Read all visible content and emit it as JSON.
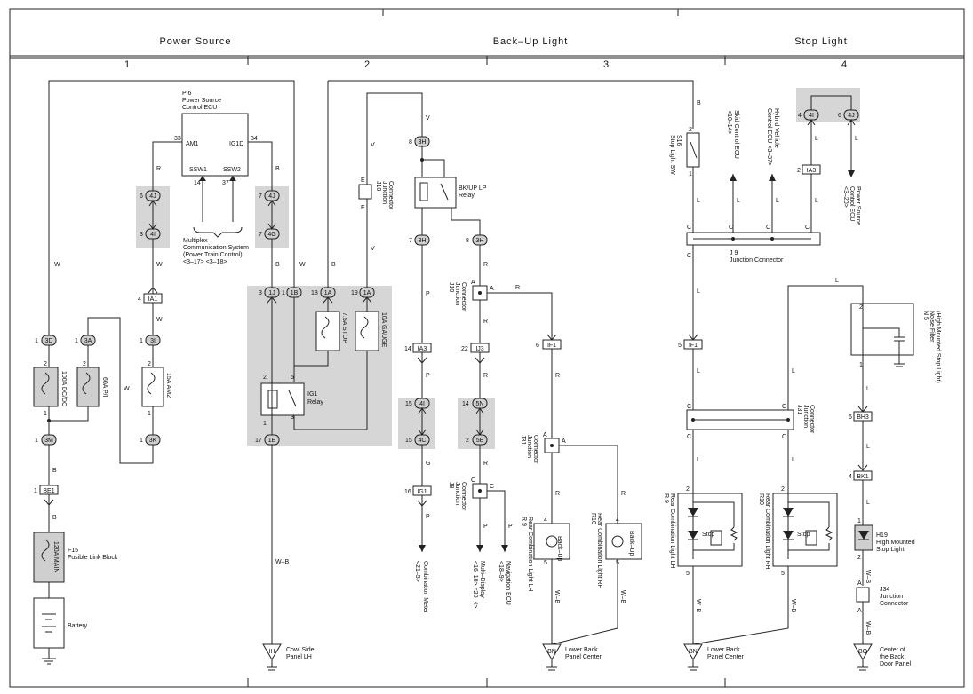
{
  "sections": {
    "power_source": "Power Source",
    "backup_light": "Back–Up Light",
    "stop_light": "Stop Light"
  },
  "columns": {
    "c1": "1",
    "c2": "2",
    "c3": "3",
    "c4": "4"
  },
  "components": {
    "p6_id": "P 6",
    "p6_name": "Power Source",
    "p6_name2": "Control ECU",
    "am1": "AM1",
    "ig1d": "IG1D",
    "ssw1": "SSW1",
    "ssw2": "SSW2",
    "multiplex1": "Multiplex",
    "multiplex2": "Communication System",
    "multiplex3": "(Power Train Control)",
    "multiplex4": "<3–17> <3–18>",
    "fuse_dcdc": "100A DC/DC",
    "fuse_pi": "60A P/I",
    "fuse_am2": "15A AM2",
    "fuse_stop": "7.5A STOP",
    "fuse_gauge": "10A GAUGE",
    "ig1_relay1": "IG1",
    "ig1_relay2": "Relay",
    "f15_id": "F15",
    "f15_name": "Fusible Link Block",
    "fuse_main": "120A MAIN",
    "battery": "Battery",
    "j10_a": "J10",
    "j10_b": "Junction",
    "j10_c": "Connector",
    "bkup_relay1": "BK/UP LP",
    "bkup_relay2": "Relay",
    "j31_a": "J31",
    "j31_b": "Junction",
    "j31_c": "Connector",
    "j8_a": "J8",
    "j8_b": "Junction",
    "j8_c": "Connector",
    "r9_id": "R 9",
    "r9_name": "Rear Combination Light LH",
    "r10_id": "R10",
    "r10_name": "Rear Combination Light RH",
    "backup": "Back–Up",
    "stop": "Stop",
    "comb_meter1": "Combination Meter",
    "comb_meter2": "<21–5>",
    "multi_display1": "Multi–Display",
    "multi_display2": "<16–10> <20–4>",
    "nav1": "Navigation ECU",
    "nav2": "<18–9>",
    "s16_id": "S16",
    "s16_name": "Stop Light SW",
    "skid1": "Skid Control ECU",
    "skid2": "<10–14>",
    "hv1": "Hybrid Vehicle",
    "hv2": "Control ECU <3–37>",
    "ps_ecu1": "Power Source",
    "ps_ecu2": "Control ECU",
    "ps_ecu3": "<3–20>",
    "j9_id": "J 9",
    "j9_name": "Junction Connector",
    "n5_id": "N 5",
    "n5_name1": "Noise Filter",
    "n5_name2": "(High Mounted Stop Light)",
    "h19_id": "H19",
    "h19_name1": "High Mounted",
    "h19_name2": "Stop Light",
    "j34_id": "J34",
    "j34_name1": "Junction",
    "j34_name2": "Connector",
    "gnd_ih": "IH",
    "gnd_ih_name1": "Cowl Side",
    "gnd_ih_name2": "Panel LH",
    "gnd_bn": "BN",
    "gnd_bn_name1": "Lower Back",
    "gnd_bn_name2": "Panel Center",
    "gnd_bo": "BO",
    "gnd_bo_name1": "Center of",
    "gnd_bo_name2": "the Back",
    "gnd_bo_name3": "Door Panel"
  },
  "connectors": {
    "c4J": "4J",
    "c4I": "4I",
    "c3D": "3D",
    "c3A": "3A",
    "c3I": "3I",
    "c3M": "3M",
    "c3K": "3K",
    "cIA1": "IA1",
    "cBE1": "BE1",
    "c1J": "1J",
    "c1B": "1B",
    "c1A": "1A",
    "c4G": "4G",
    "c1E": "1E",
    "c3H": "3H",
    "cIA3": "IA3",
    "cIJ3": "IJ3",
    "c4C": "4C",
    "c5N": "5N",
    "c5E": "5E",
    "cIG1": "IG1",
    "cIF1": "IF1",
    "cBH3": "BH3",
    "cBK1": "BK1"
  },
  "pins": {
    "p1": "1",
    "p2": "2",
    "p3": "3",
    "p4": "4",
    "p5": "5",
    "p6": "6",
    "p7": "7",
    "p8": "8",
    "p14": "14",
    "p15": "15",
    "p16": "16",
    "p17": "17",
    "p18": "18",
    "p19": "19",
    "p22": "22",
    "p33": "33",
    "p34": "34",
    "p37": "37"
  },
  "wire_colors": {
    "W": "W",
    "R": "R",
    "B": "B",
    "V": "V",
    "P": "P",
    "G": "G",
    "L": "L",
    "E": "E",
    "WB": "W–B",
    "A": "A",
    "C": "C"
  }
}
